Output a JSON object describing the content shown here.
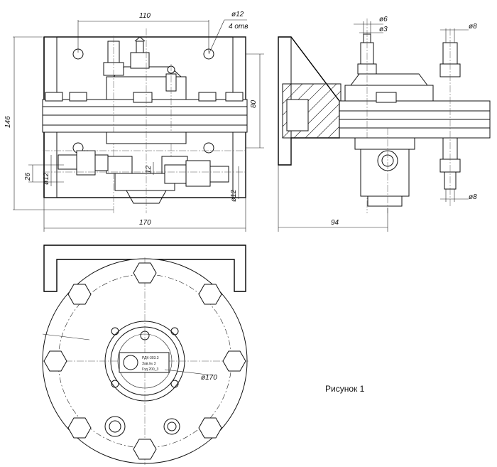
{
  "caption": "Рисунок 1",
  "dimensions": {
    "d110": "110",
    "d12_top": "ø12",
    "d4otv": "4 отв",
    "d146": "146",
    "d80": "80",
    "d26": "26",
    "d12_left": "ø12",
    "d12_mid": "12",
    "d12_right": "ø12",
    "d170_front": "170",
    "d6": "ø6",
    "d3": "ø3",
    "d8_top": "ø8",
    "d8_bot": "ø8",
    "d94": "94",
    "d170_dia": "ø170"
  },
  "nameplate": {
    "line1": "РДК-303.3",
    "line2": "Зав.№ 3",
    "line3": "Год 200_3"
  }
}
